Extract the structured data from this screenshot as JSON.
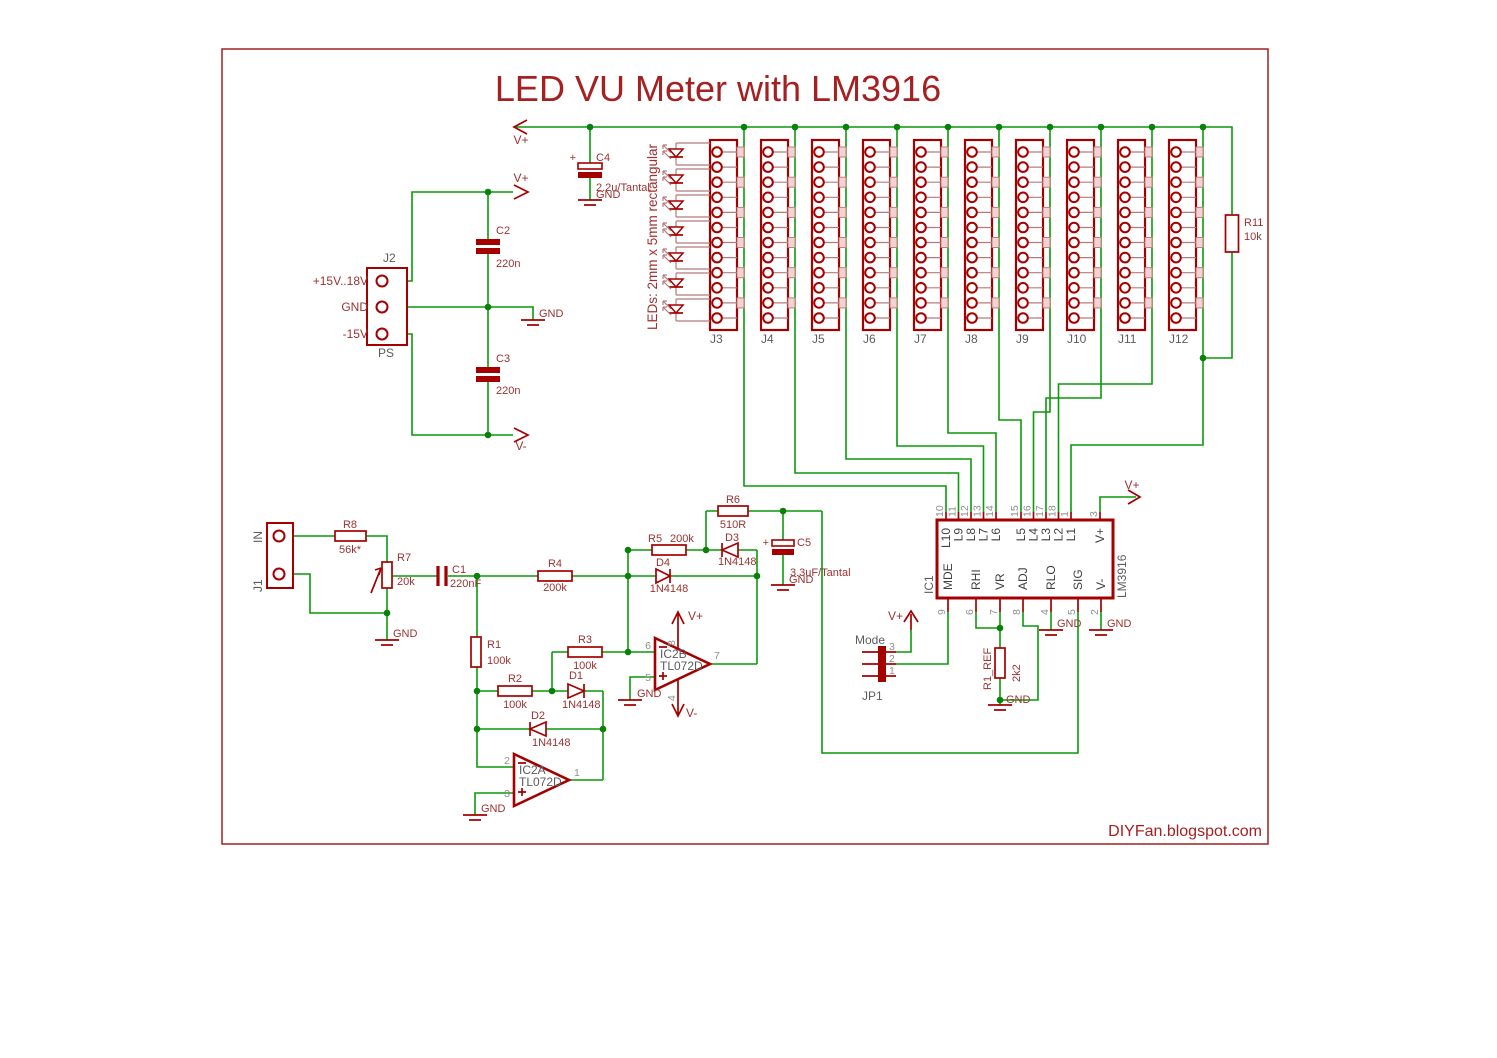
{
  "title": "LED VU Meter with LM3916",
  "credit": "DIYFan.blogspot.com",
  "colors": {
    "wire": "#0a9a0a",
    "component": "#a40000",
    "label": "#9b3232"
  },
  "labels": {
    "vplus": "V+",
    "vminus": "V-",
    "gnd": "GND",
    "plus": "+",
    "led_note": "LEDs: 2mm x 5mm rectangular"
  },
  "power": {
    "name": "J2",
    "part": "PS",
    "pin1": "+15V..18V",
    "pin2": "GND",
    "pin3": "-15V"
  },
  "input_conn": {
    "name": "J1",
    "label": "IN"
  },
  "jumper": {
    "name": "JP1",
    "label": "Mode",
    "p3": "3",
    "p2": "2",
    "p1": "1"
  },
  "connectors": [
    "J3",
    "J4",
    "J5",
    "J6",
    "J7",
    "J8",
    "J9",
    "J10",
    "J11",
    "J12"
  ],
  "caps": {
    "c1": {
      "name": "C1",
      "value": "220nF"
    },
    "c2": {
      "name": "C2",
      "value": "220n"
    },
    "c3": {
      "name": "C3",
      "value": "220n"
    },
    "c4": {
      "name": "C4",
      "value": "2.2u/Tantal"
    },
    "c5": {
      "name": "C5",
      "value": "3.3uF/Tantal"
    }
  },
  "res": {
    "r1": {
      "name": "R1",
      "value": "100k"
    },
    "r2": {
      "name": "R2",
      "value": "100k"
    },
    "r3": {
      "name": "R3",
      "value": "100k"
    },
    "r4": {
      "name": "R4",
      "value": "200k"
    },
    "r5": {
      "name": "R5",
      "value": "200k"
    },
    "r6": {
      "name": "R6",
      "value": "510R"
    },
    "r7": {
      "name": "R7",
      "value": "20k"
    },
    "r8": {
      "name": "R8",
      "value": "56k*"
    },
    "r11": {
      "name": "R11",
      "value": "10k"
    },
    "rref": {
      "name": "R1_REF",
      "value": "2k2"
    }
  },
  "diodes": {
    "d1": {
      "name": "D1",
      "value": "1N4148"
    },
    "d2": {
      "name": "D2",
      "value": "1N4148"
    },
    "d3": {
      "name": "D3",
      "value": "1N4148"
    },
    "d4": {
      "name": "D4",
      "value": "1N4148"
    }
  },
  "ic1": {
    "name": "IC1",
    "part": "LM3916",
    "top": [
      {
        "n": "10",
        "l": "L10"
      },
      {
        "n": "11",
        "l": "L9"
      },
      {
        "n": "12",
        "l": "L8"
      },
      {
        "n": "13",
        "l": "L7"
      },
      {
        "n": "14",
        "l": "L6"
      },
      {
        "n": "15",
        "l": "L5"
      },
      {
        "n": "16",
        "l": "L4"
      },
      {
        "n": "17",
        "l": "L3"
      },
      {
        "n": "18",
        "l": "L2"
      },
      {
        "n": "1",
        "l": "L1"
      },
      {
        "n": "3",
        "l": "V+"
      }
    ],
    "bottom": [
      {
        "n": "9",
        "l": "MDE"
      },
      {
        "n": "6",
        "l": "RHI"
      },
      {
        "n": "7",
        "l": "VR"
      },
      {
        "n": "8",
        "l": "ADJ"
      },
      {
        "n": "4",
        "l": "RLO"
      },
      {
        "n": "5",
        "l": "SIG"
      },
      {
        "n": "2",
        "l": "V-"
      }
    ]
  },
  "ic2a": {
    "name": "IC2A",
    "part": "TL072D",
    "p_inv": "2",
    "p_non": "3",
    "p_out": "1"
  },
  "ic2b": {
    "name": "IC2B",
    "part": "TL072D",
    "p_inv": "6",
    "p_non": "5",
    "p_out": "7",
    "p_vp": "8",
    "p_vm": "4"
  }
}
